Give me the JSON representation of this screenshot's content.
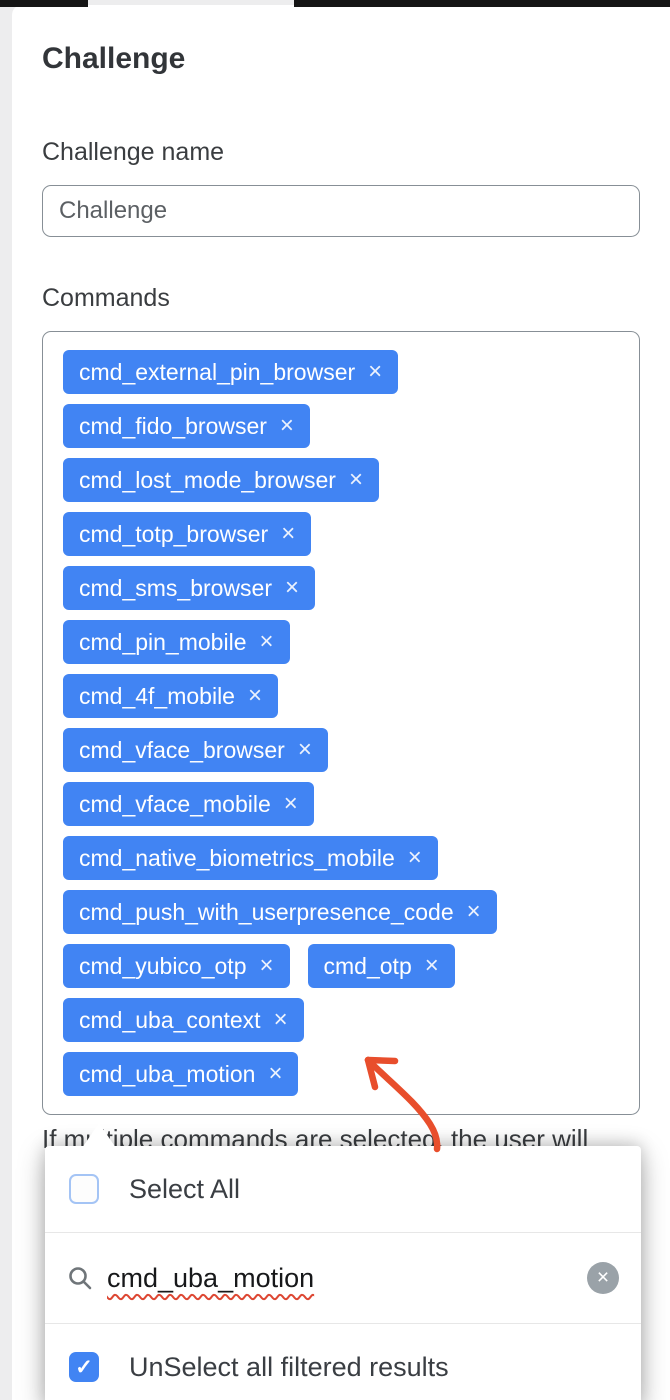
{
  "form": {
    "title": "Challenge",
    "name_label": "Challenge name",
    "name_value": "Challenge",
    "commands_label": "Commands",
    "chips": [
      "cmd_external_pin_browser",
      "cmd_fido_browser",
      "cmd_lost_mode_browser",
      "cmd_totp_browser",
      "cmd_sms_browser",
      "cmd_pin_mobile",
      "cmd_4f_mobile",
      "cmd_vface_browser",
      "cmd_vface_mobile",
      "cmd_native_biometrics_mobile",
      "cmd_push_with_userpresence_code",
      "cmd_yubico_otp",
      "cmd_otp",
      "cmd_uba_context",
      "cmd_uba_motion"
    ],
    "help_text": "If multiple commands are selected, the user will"
  },
  "dropdown": {
    "select_all_label": "Select All",
    "search_value": "cmd_uba_motion",
    "unselect_label": "UnSelect all filtered results"
  },
  "icons": {
    "chip_remove": "×",
    "clear": "×",
    "check": "✓"
  },
  "colors": {
    "chip_bg": "#4184f3",
    "checkbox_checked": "#4184f3",
    "clear_button": "#9aa2a8",
    "arrow": "#e84e2c"
  }
}
